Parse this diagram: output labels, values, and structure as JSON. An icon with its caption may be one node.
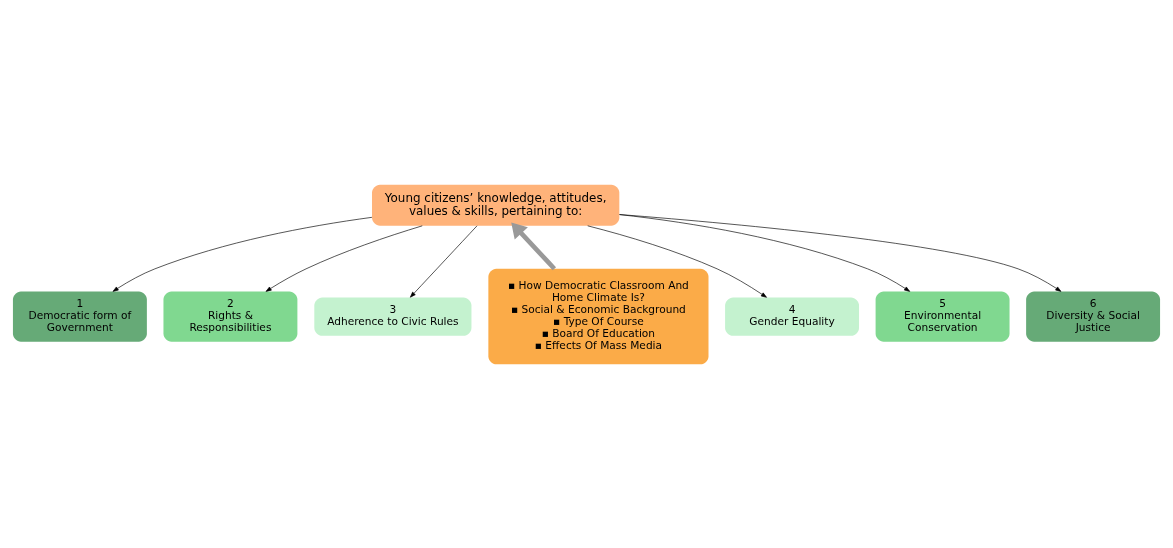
{
  "diagram": {
    "nodes": [
      {
        "text": [
          "Young citizens’ knowledge, attitudes, values & skills, pertaining to:"
        ]
      },
      {
        "text": [
          "1",
          "Democratic form of Government"
        ]
      },
      {
        "text": [
          "2",
          "Rights & Responsibilities"
        ]
      },
      {
        "text": [
          "3",
          "Adherence to Civic Rules"
        ]
      },
      {
        "text": [
          "4",
          "Gender Equality"
        ]
      },
      {
        "text": [
          "5",
          "Environmental Conservation"
        ]
      },
      {
        "text": [
          "6",
          "Diversity & Social Justice"
        ]
      },
      {
        "text": [
          "▪ How Democratic Classroom And Home Climate Is?",
          "▪ Social & Economic Background",
          "▪ Type Of Course",
          "▪ Board Of Education",
          "▪ Effects Of Mass Media"
        ]
      }
    ],
    "edges": [
      {
        "from": 0,
        "to": 1,
        "arrow": "to"
      },
      {
        "from": 0,
        "to": 2,
        "arrow": "to"
      },
      {
        "from": 0,
        "to": 3,
        "arrow": "to"
      },
      {
        "from": 0,
        "to": 4,
        "arrow": "to"
      },
      {
        "from": 0,
        "to": 5,
        "arrow": "to"
      },
      {
        "from": 0,
        "to": 6,
        "arrow": "to"
      },
      {
        "from": 7,
        "to": 0,
        "arrow": "to",
        "style": "thick",
        "color": "#999999"
      }
    ]
  }
}
